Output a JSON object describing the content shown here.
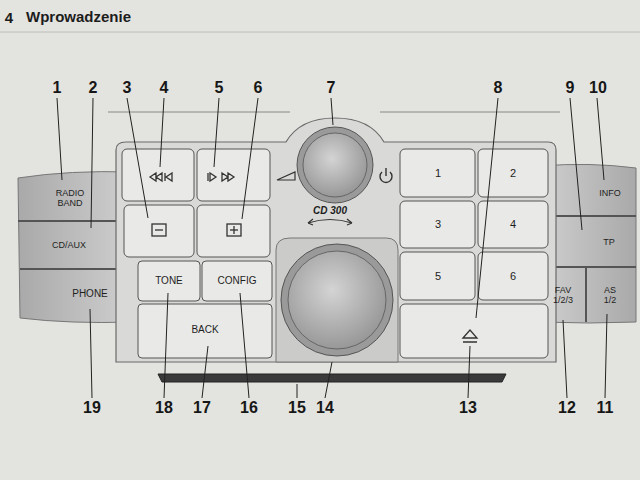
{
  "diagram": {
    "title": "Wprowadzenie",
    "nodes": [
      {
        "text": [
          "RADIO BAND"
        ]
      },
      {
        "text": [
          "CD/AUX"
        ]
      },
      {
        "text": [
          "PHONE"
        ]
      },
      {
        "text": [
          "TONE"
        ]
      },
      {
        "text": [
          "CONFIG"
        ]
      },
      {
        "text": [
          "BACK"
        ]
      },
      {
        "text": [
          "1"
        ]
      },
      {
        "text": [
          "2"
        ]
      },
      {
        "text": [
          "3"
        ]
      },
      {
        "text": [
          "4"
        ]
      },
      {
        "text": [
          "5"
        ]
      },
      {
        "text": [
          "6"
        ]
      },
      {
        "text": [
          "INFO"
        ]
      },
      {
        "text": [
          "TP"
        ]
      },
      {
        "text": [
          "FAV 1/2/3"
        ]
      },
      {
        "text": [
          "AS 1/2"
        ]
      }
    ],
    "labels": [
      "4",
      "1",
      "2",
      "3",
      "4",
      "5",
      "6",
      "7",
      "8",
      "9",
      "10",
      "CD 300",
      "19",
      "18",
      "17",
      "16",
      "15",
      "14",
      "13",
      "12",
      "11"
    ]
  }
}
